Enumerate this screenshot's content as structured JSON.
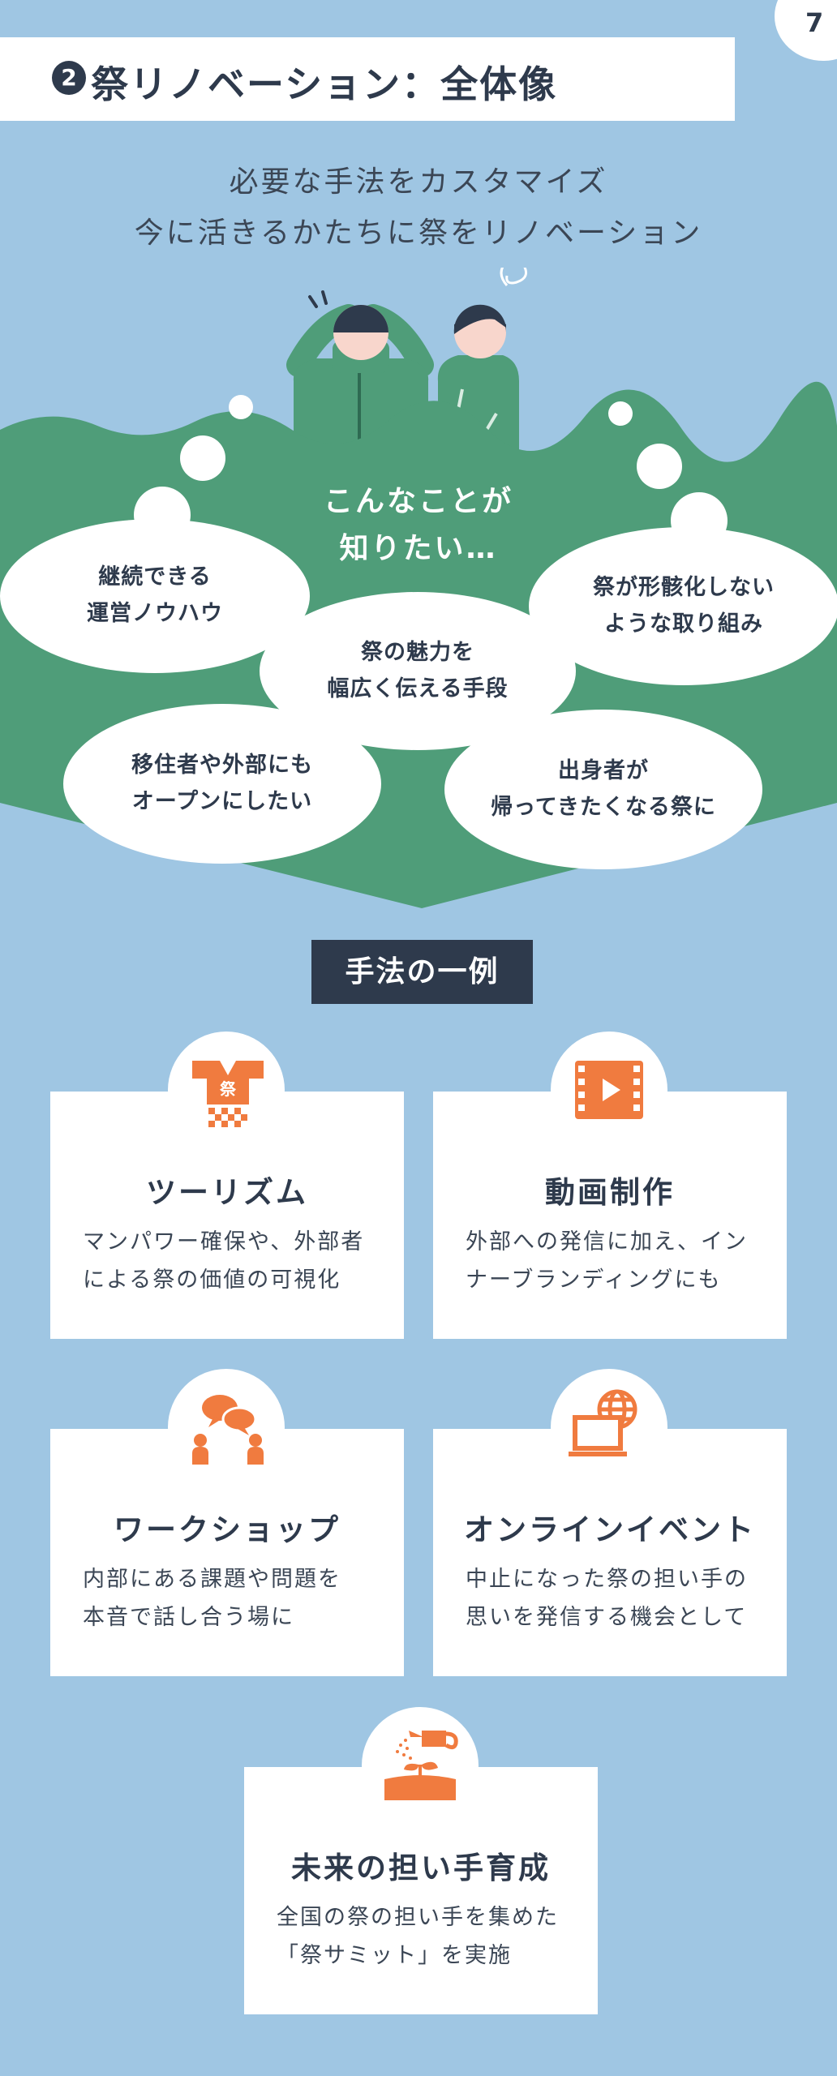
{
  "page_number": "7",
  "title": {
    "badge": "2",
    "text": "祭リノベーション：全体像"
  },
  "subtitle": {
    "line1": "必要な手法をカスタマイズ",
    "line2": "今に活きるかたちに祭をリノベーション"
  },
  "scene": {
    "center_line1": "こんなことが",
    "center_line2": "知りたい…",
    "bubbles": [
      {
        "line1": "継続できる",
        "line2": "運営ノウハウ"
      },
      {
        "line1": "祭が形骸化しない",
        "line2": "ような取り組み"
      },
      {
        "line1": "祭の魅力を",
        "line2": "幅広く伝える手段"
      },
      {
        "line1": "移住者や外部にも",
        "line2": "オープンにしたい"
      },
      {
        "line1": "出身者が",
        "line2": "帰ってきたくなる祭に"
      }
    ]
  },
  "methods_label": "手法の一例",
  "methods": [
    {
      "icon": "happi-coat-icon",
      "title": "ツーリズム",
      "line1": "マンパワー確保や、外部者",
      "line2": "による祭の価値の可視化"
    },
    {
      "icon": "film-play-icon",
      "title": "動画制作",
      "line1": "外部への発信に加え、イン",
      "line2": "ナーブランディングにも"
    },
    {
      "icon": "group-chat-icon",
      "title": "ワークショップ",
      "line1": "内部にある課題や問題を",
      "line2": "本音で話し合う場に"
    },
    {
      "icon": "laptop-globe-icon",
      "title": "オンラインイベント",
      "line1": "中止になった祭の担い手の",
      "line2": "思いを発信する機会として"
    },
    {
      "icon": "watering-sprout-icon",
      "title": "未来の担い手育成",
      "line1": "全国の祭の担い手を集めた",
      "line2": "「祭サミット」を実施"
    }
  ],
  "icon_text": "祭",
  "colors": {
    "background": "#9fc6e3",
    "green": "#4f9d79",
    "navy": "#2e3a4c",
    "orange": "#f07b3f",
    "white": "#ffffff"
  }
}
